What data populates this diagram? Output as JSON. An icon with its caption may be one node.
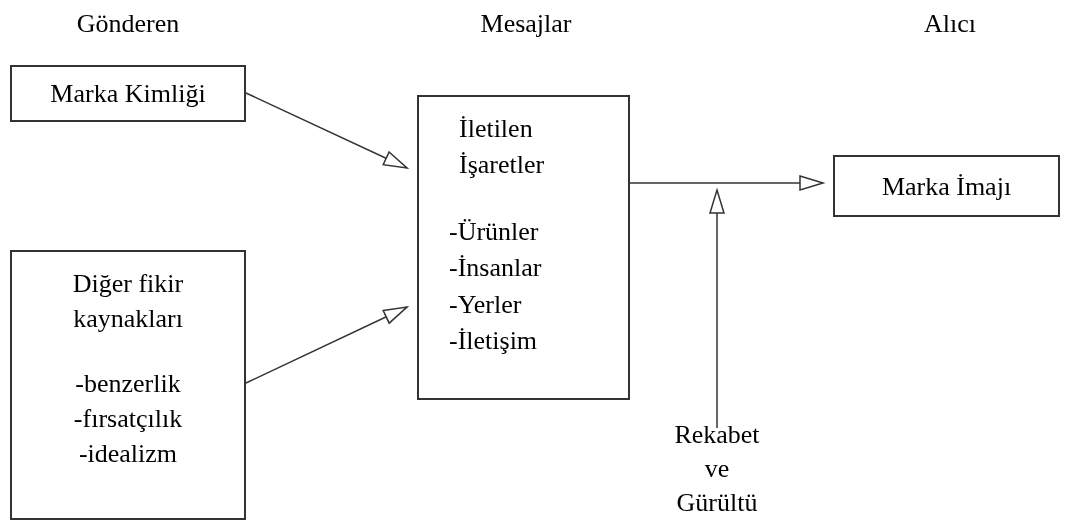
{
  "diagram": {
    "nodes": [
      {
        "text": [
          "Marka Kimliği"
        ]
      },
      {
        "text": [
          "Diğer fikir kaynakları",
          "-benzerlik",
          "-fırsatçılık",
          "-idealizm"
        ]
      },
      {
        "text": [
          "İletilen İşaretler",
          "-Ürünler",
          "-İnsanlar",
          "-Yerler",
          "-İletişim"
        ]
      },
      {
        "text": [
          "Marka İmajı"
        ]
      },
      {
        "text": [
          "Rekabet ve Gürültü"
        ]
      }
    ],
    "edges": [
      {
        "from": 0,
        "to": 2,
        "arrow": "to"
      },
      {
        "from": 1,
        "to": 2,
        "arrow": "to"
      },
      {
        "from": 2,
        "to": 3,
        "arrow": "to"
      },
      {
        "from": 4,
        "to": null,
        "arrow": "to"
      }
    ],
    "labels": [
      "Gönderen",
      "Mesajlar",
      "Alıcı"
    ]
  }
}
